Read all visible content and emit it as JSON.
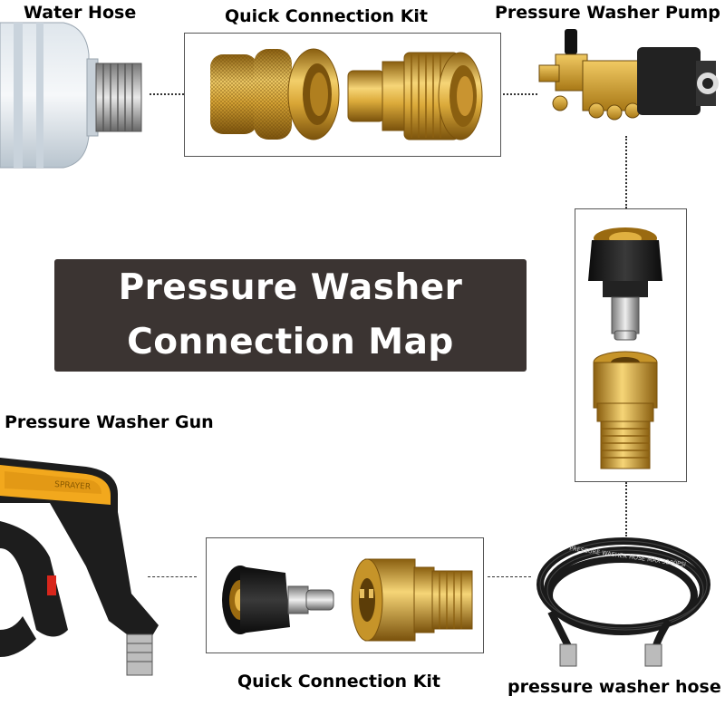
{
  "labels": {
    "water_hose": "Water Hose",
    "quick_kit_top": "Quick Connection Kit",
    "pump": "Pressure Washer Pump",
    "gun": "Pressure Washer Gun",
    "quick_kit_bottom": "Quick Connection Kit",
    "hose": "pressure washer hose"
  },
  "banner": {
    "line1": "Pressure Washer",
    "line2": "Connection Map"
  },
  "gun_grip_text": "SPRAYER",
  "hose_print": "PRESSURE WASHER HOSE MAX 3200PSI",
  "colors": {
    "brass": "#d9a636",
    "brass_dark": "#9a6d14",
    "banner_bg": "#3b3432",
    "gun_yellow": "#f2a81d",
    "gun_black": "#1d1d1d"
  }
}
